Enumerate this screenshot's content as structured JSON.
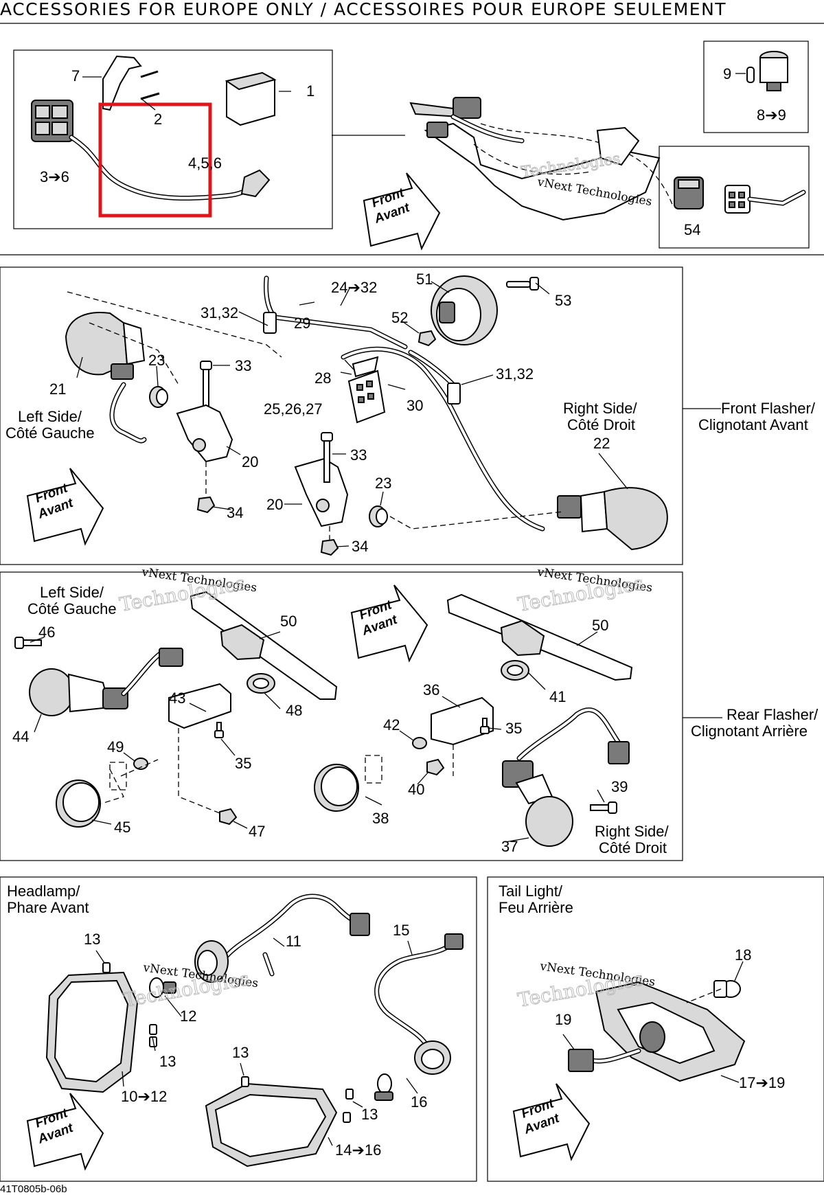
{
  "header": {
    "title": "ACCESSORIES FOR EUROPE ONLY / ACCESSOIRES POUR EUROPE SEULEMENT"
  },
  "footer": {
    "code": "41T0805b-06b"
  },
  "watermark": {
    "line1": "vNext Technologies",
    "line2": "Technologies",
    "line3": "vNext"
  },
  "colors": {
    "highlight": "#e0141b",
    "line": "#000000",
    "watermark": "#b9b9b9"
  },
  "front_arrow": {
    "line1": "Front",
    "line2": "Avant"
  },
  "section_top": {
    "callouts": {
      "c1": "1",
      "c2": "2",
      "c3": "3➔6",
      "c7": "7",
      "c4": "4,5,6",
      "c9": "9",
      "c8": "8➔9",
      "c54": "54"
    }
  },
  "section_front_flasher": {
    "side_label": {
      "line1": "Front Flasher/",
      "line2": "Clignotant Avant"
    },
    "left_side": {
      "line1": "Left Side/",
      "line2": "Côté Gauche"
    },
    "right_side": {
      "line1": "Right Side/",
      "line2": "Côté Droit"
    },
    "callouts": {
      "c24": "24➔32",
      "c51": "51",
      "c53": "53",
      "c3132a": "31,32",
      "c29": "29",
      "c52": "52",
      "c23a": "23",
      "c33a": "33",
      "c21": "21",
      "c28": "28",
      "c3132b": "31,32",
      "c252627": "25,26,27",
      "c30": "30",
      "c22": "22",
      "c20a": "20",
      "c33b": "33",
      "c23b": "23",
      "c20b": "20",
      "c34a": "34",
      "c34b": "34"
    }
  },
  "section_rear_flasher": {
    "side_label": {
      "line1": "Rear Flasher/",
      "line2": "Clignotant Arrière"
    },
    "left_side": {
      "line1": "Left Side/",
      "line2": "Côté Gauche"
    },
    "right_side": {
      "line1": "Right Side/",
      "line2": "Côté Droit"
    },
    "callouts": {
      "c46": "46",
      "c50a": "50",
      "c50b": "50",
      "c43": "43",
      "c48": "48",
      "c44": "44",
      "c49": "49",
      "c35a": "35",
      "c45": "45",
      "c47": "47",
      "c36": "36",
      "c41": "41",
      "c42": "42",
      "c35b": "35",
      "c40": "40",
      "c39": "39",
      "c38": "38",
      "c37": "37"
    }
  },
  "section_headlamp": {
    "title": {
      "line1": "Headlamp/",
      "line2": "Phare Avant"
    },
    "callouts": {
      "c13a": "13",
      "c11": "11",
      "c15": "15",
      "c12": "12",
      "c13b": "13",
      "c13c": "13",
      "c1012": "10➔12",
      "c16": "16",
      "c13d": "13",
      "c1416": "14➔16"
    }
  },
  "section_tail": {
    "title": {
      "line1": "Tail Light/",
      "line2": "Feu Arrière"
    },
    "callouts": {
      "c18": "18",
      "c19": "19",
      "c1719": "17➔19"
    }
  }
}
